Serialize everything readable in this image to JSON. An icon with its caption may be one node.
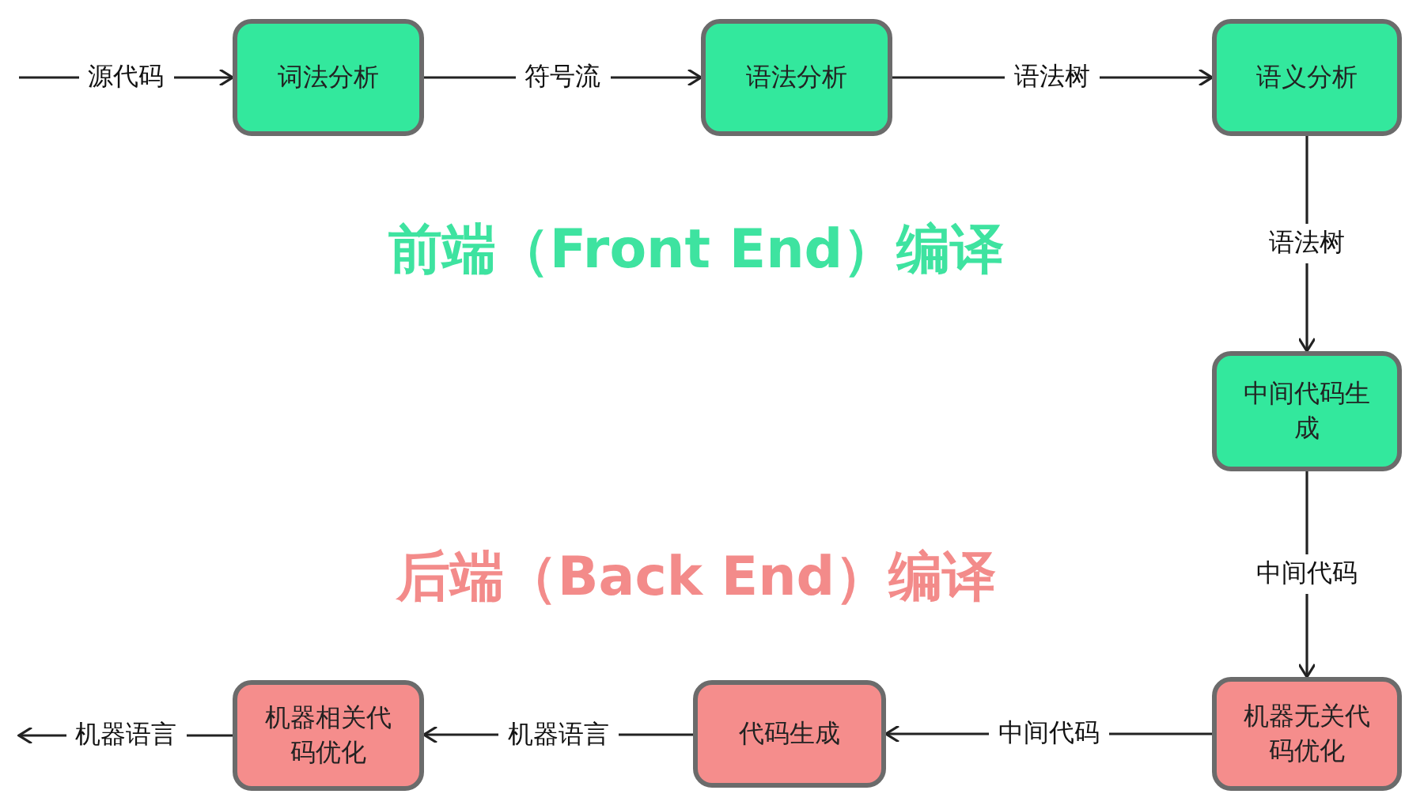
{
  "diagram": {
    "nodes": [
      {
        "text": [
          "词法分析"
        ]
      },
      {
        "text": [
          "语法分析"
        ]
      },
      {
        "text": [
          "语义分析"
        ]
      },
      {
        "text": [
          "中间代码生成"
        ]
      },
      {
        "text": [
          "机器无关代码优化"
        ]
      },
      {
        "text": [
          "代码生成"
        ]
      },
      {
        "text": [
          "机器相关代码优化"
        ]
      }
    ],
    "edges": [
      {
        "from": null,
        "to": 0,
        "arrow": "to",
        "label": "源代码"
      },
      {
        "from": 0,
        "to": 1,
        "arrow": "to",
        "label": "符号流"
      },
      {
        "from": 1,
        "to": 2,
        "arrow": "to",
        "label": "语法树"
      },
      {
        "from": 2,
        "to": 3,
        "arrow": "to",
        "label": "语法树"
      },
      {
        "from": 3,
        "to": 4,
        "arrow": "to",
        "label": "中间代码"
      },
      {
        "from": 4,
        "to": 5,
        "arrow": "to",
        "label": "中间代码"
      },
      {
        "from": 5,
        "to": 6,
        "arrow": "to",
        "label": "机器语言"
      },
      {
        "from": 6,
        "to": null,
        "arrow": "to",
        "label": "机器语言"
      }
    ],
    "labels": [
      "前端（Front End）编译",
      "后端（Back End）编译"
    ]
  }
}
